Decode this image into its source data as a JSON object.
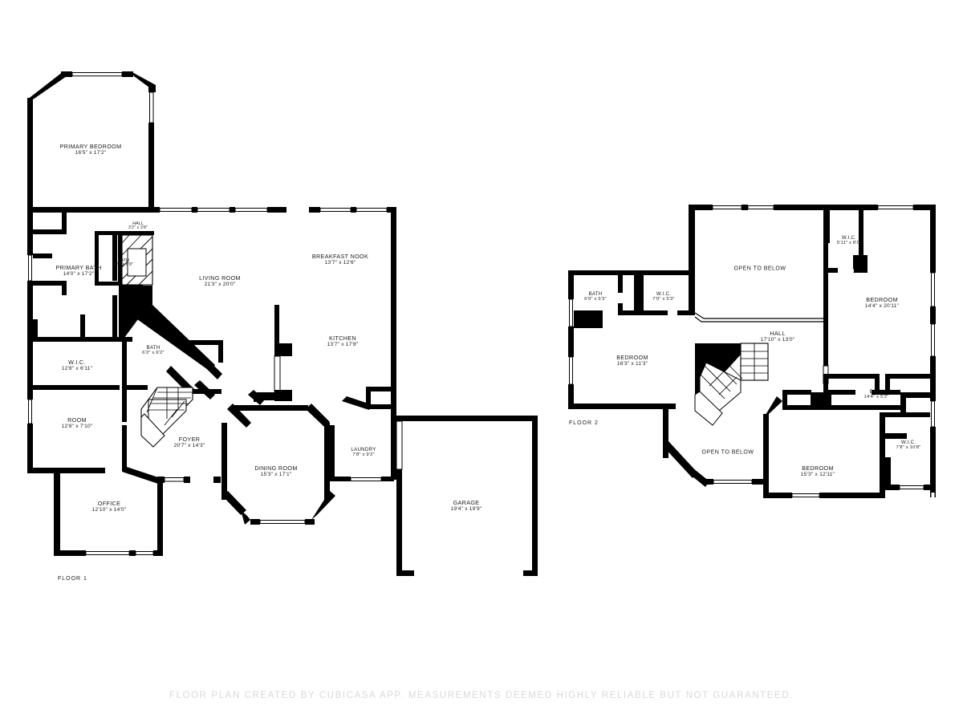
{
  "document": {
    "type": "floor-plan",
    "footer_note": "FLOOR PLAN CREATED BY CUBICASA APP. MEASUREMENTS DEEMED HIGHLY RELIABLE BUT NOT GUARANTEED.",
    "background_color": "#ffffff",
    "wall_color": "#000000",
    "text_color": "#1a1a1a",
    "footer_color": "#d9d9d9"
  },
  "floors": [
    {
      "caption": "FLOOR 1",
      "rooms": [
        {
          "name": "PRIMARY BEDROOM",
          "dimensions": "16'5\" x 17'2\""
        },
        {
          "name": "HALL",
          "dimensions": "3'2\" x 3'8\""
        },
        {
          "name": "PRIMARY BATH",
          "dimensions": "14'0\" x 17'2\""
        },
        {
          "name": "BATH",
          "dimensions": "2'9\" x 6'8\""
        },
        {
          "name": "LIVING ROOM",
          "dimensions": "21'3\" x 20'0\""
        },
        {
          "name": "BREAKFAST NOOK",
          "dimensions": "13'7\" x 12'6\""
        },
        {
          "name": "KITCHEN",
          "dimensions": "13'7\" x 17'8\""
        },
        {
          "name": "BATH",
          "dimensions": "6'2\" x 6'2\""
        },
        {
          "name": "W.I.C.",
          "dimensions": "12'8\" x 6'11\""
        },
        {
          "name": "ROOM",
          "dimensions": "12'8\" x 7'10\""
        },
        {
          "name": "FOYER",
          "dimensions": "20'7\" x 14'3\""
        },
        {
          "name": "OFFICE",
          "dimensions": "12'10\" x 14'0\""
        },
        {
          "name": "DINING ROOM",
          "dimensions": "15'3\" x 17'1\""
        },
        {
          "name": "LAUNDRY",
          "dimensions": "7'8\" x 9'2\""
        },
        {
          "name": "GARAGE",
          "dimensions": "19'4\" x 19'9\""
        }
      ]
    },
    {
      "caption": "FLOOR 2",
      "rooms": [
        {
          "name": "BATH",
          "dimensions": "6'0\" x 5'3\""
        },
        {
          "name": "W.I.C.",
          "dimensions": "7'0\" x 5'3\""
        },
        {
          "name": "W.I.C.",
          "dimensions": "5'11\" x 8'0\""
        },
        {
          "name": "BEDROOM",
          "dimensions": "14'4\" x 20'11\""
        },
        {
          "name": "BEDROOM",
          "dimensions": "16'3\" x 11'3\""
        },
        {
          "name": "HALL",
          "dimensions": "17'10\" x 13'0\""
        },
        {
          "name": "BATH",
          "dimensions": "14'4\" x 5'2\""
        },
        {
          "name": "BEDROOM",
          "dimensions": "15'3\" x 12'11\""
        },
        {
          "name": "W.I.C.",
          "dimensions": "7'8\" x 10'8\""
        }
      ],
      "annotations": [
        {
          "text": "OPEN TO BELOW"
        },
        {
          "text": "OPEN TO BELOW"
        }
      ]
    }
  ]
}
